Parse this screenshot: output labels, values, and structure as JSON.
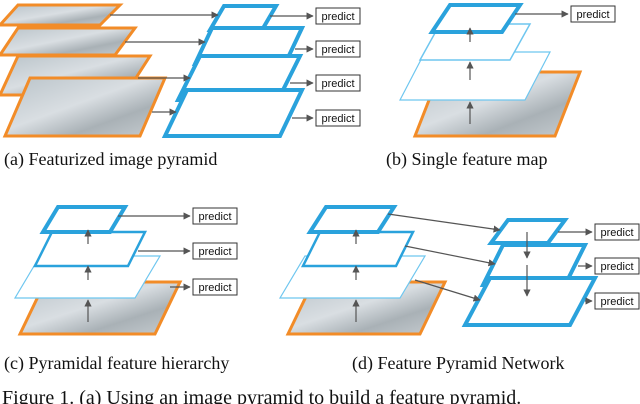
{
  "predict_label": "predict",
  "captions": {
    "a": "(a) Featurized image pyramid",
    "b": "(b) Single feature map",
    "c": "(c) Pyramidal feature hierarchy",
    "d": "(d) Feature Pyramid Network"
  },
  "figure_caption": "Figure 1. (a) Using an image pyramid to build a feature pyramid.",
  "colors": {
    "image_border": "#f28c28",
    "feature_border": "#2aa2dc",
    "feature_thin": "#6ec6ef",
    "arrow": "#555555"
  }
}
